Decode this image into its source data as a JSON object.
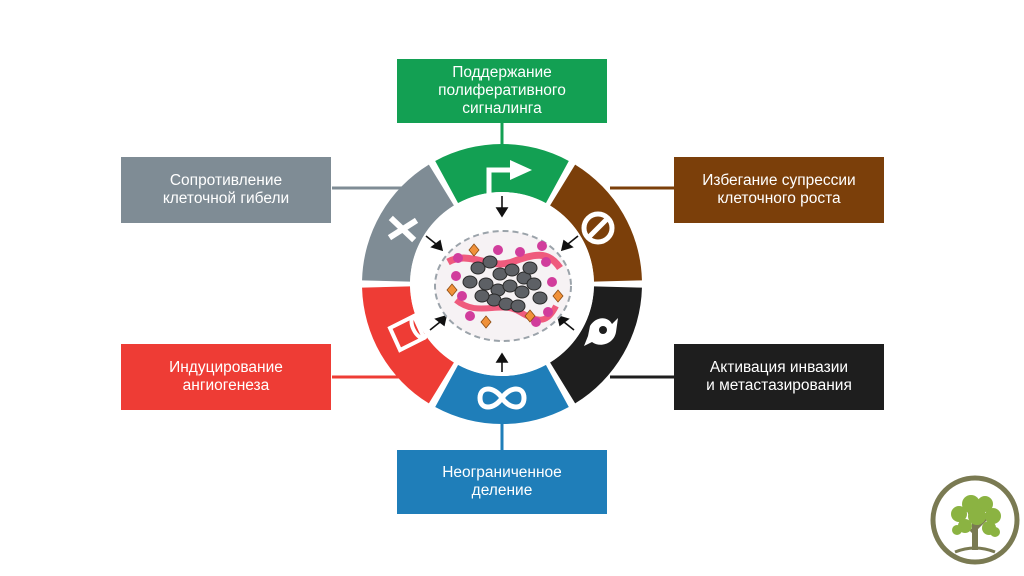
{
  "hallmarks": [
    {
      "id": "proliferative",
      "label": "Поддержание\nполиферативного\nсигналинга",
      "color": "#13a053",
      "icon": "arrow-icon"
    },
    {
      "id": "growth-suppressors",
      "label": "Избегание супрессии\nклеточного роста",
      "color": "#7b3f0a",
      "icon": "prohibition-icon"
    },
    {
      "id": "invasion",
      "label": "Активация инвазии\nи метастазирования",
      "color": "#1e1e1e",
      "icon": "rocket-cell-icon"
    },
    {
      "id": "immortality",
      "label": "Неограниченное\nделение",
      "color": "#1f7eb9",
      "icon": "infinity-icon"
    },
    {
      "id": "angiogenesis",
      "label": "Индуцирование\nангиогенеза",
      "color": "#ee3c35",
      "icon": "vessel-icon"
    },
    {
      "id": "cell-death",
      "label": "Сопротивление\nклеточной гибели",
      "color": "#7f8c95",
      "icon": "cross-icon"
    }
  ],
  "logo": {
    "icon": "tree-icon"
  }
}
